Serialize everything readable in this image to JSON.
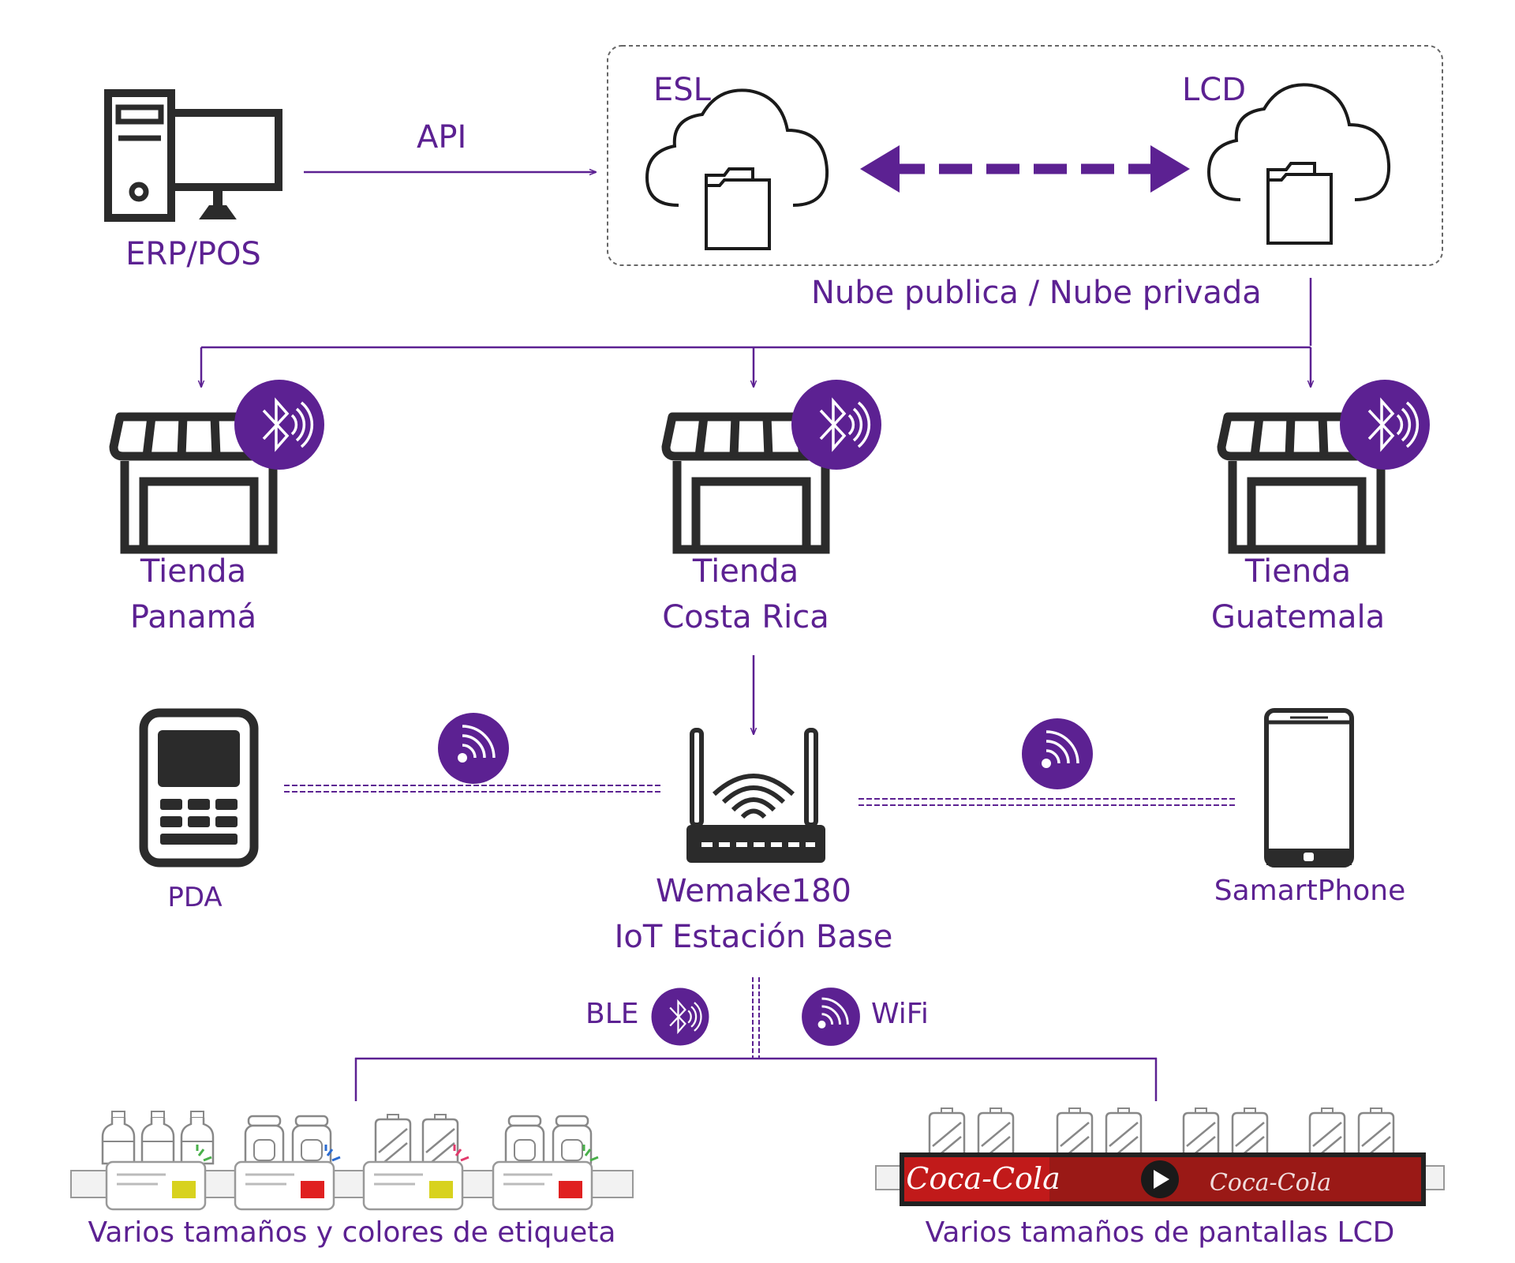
{
  "colors": {
    "purple": "#5c2192",
    "icon": "#2b2b2b",
    "yellow_tag": "#d8d21e",
    "red_tag": "#e02020",
    "lcd_red": "#c11a1a"
  },
  "top": {
    "erp_label": "ERP/POS",
    "api_label": "API",
    "cloud_left_label": "ESL",
    "cloud_right_label": "LCD",
    "cloud_caption": "Nube publica / Nube privada"
  },
  "stores": [
    {
      "line1": "Tienda",
      "line2": "Panamá"
    },
    {
      "line1": "Tienda",
      "line2": "Costa Rica"
    },
    {
      "line1": "Tienda",
      "line2": "Guatemala"
    }
  ],
  "devices": {
    "pda_label": "PDA",
    "base_line1": "Wemake180",
    "base_line2": "IoT Estación Base",
    "phone_label": "SamartPhone"
  },
  "links": {
    "ble_label": "BLE",
    "wifi_label": "WiFi"
  },
  "bottom": {
    "esl_caption": "Varios tamaños y colores de etiqueta",
    "lcd_caption": "Varios tamaños de pantallas LCD",
    "lcd_brand_left": "Coca-Cola",
    "lcd_brand_right": "Coca-Cola"
  },
  "icons": {
    "computer": "desktop-computer-icon",
    "cloud": "cloud-folder-icon",
    "store": "storefront-icon",
    "bluetooth": "bluetooth-signal-icon",
    "wifi": "wifi-signal-icon",
    "router": "router-icon",
    "pda": "pda-icon",
    "phone": "smartphone-icon"
  }
}
